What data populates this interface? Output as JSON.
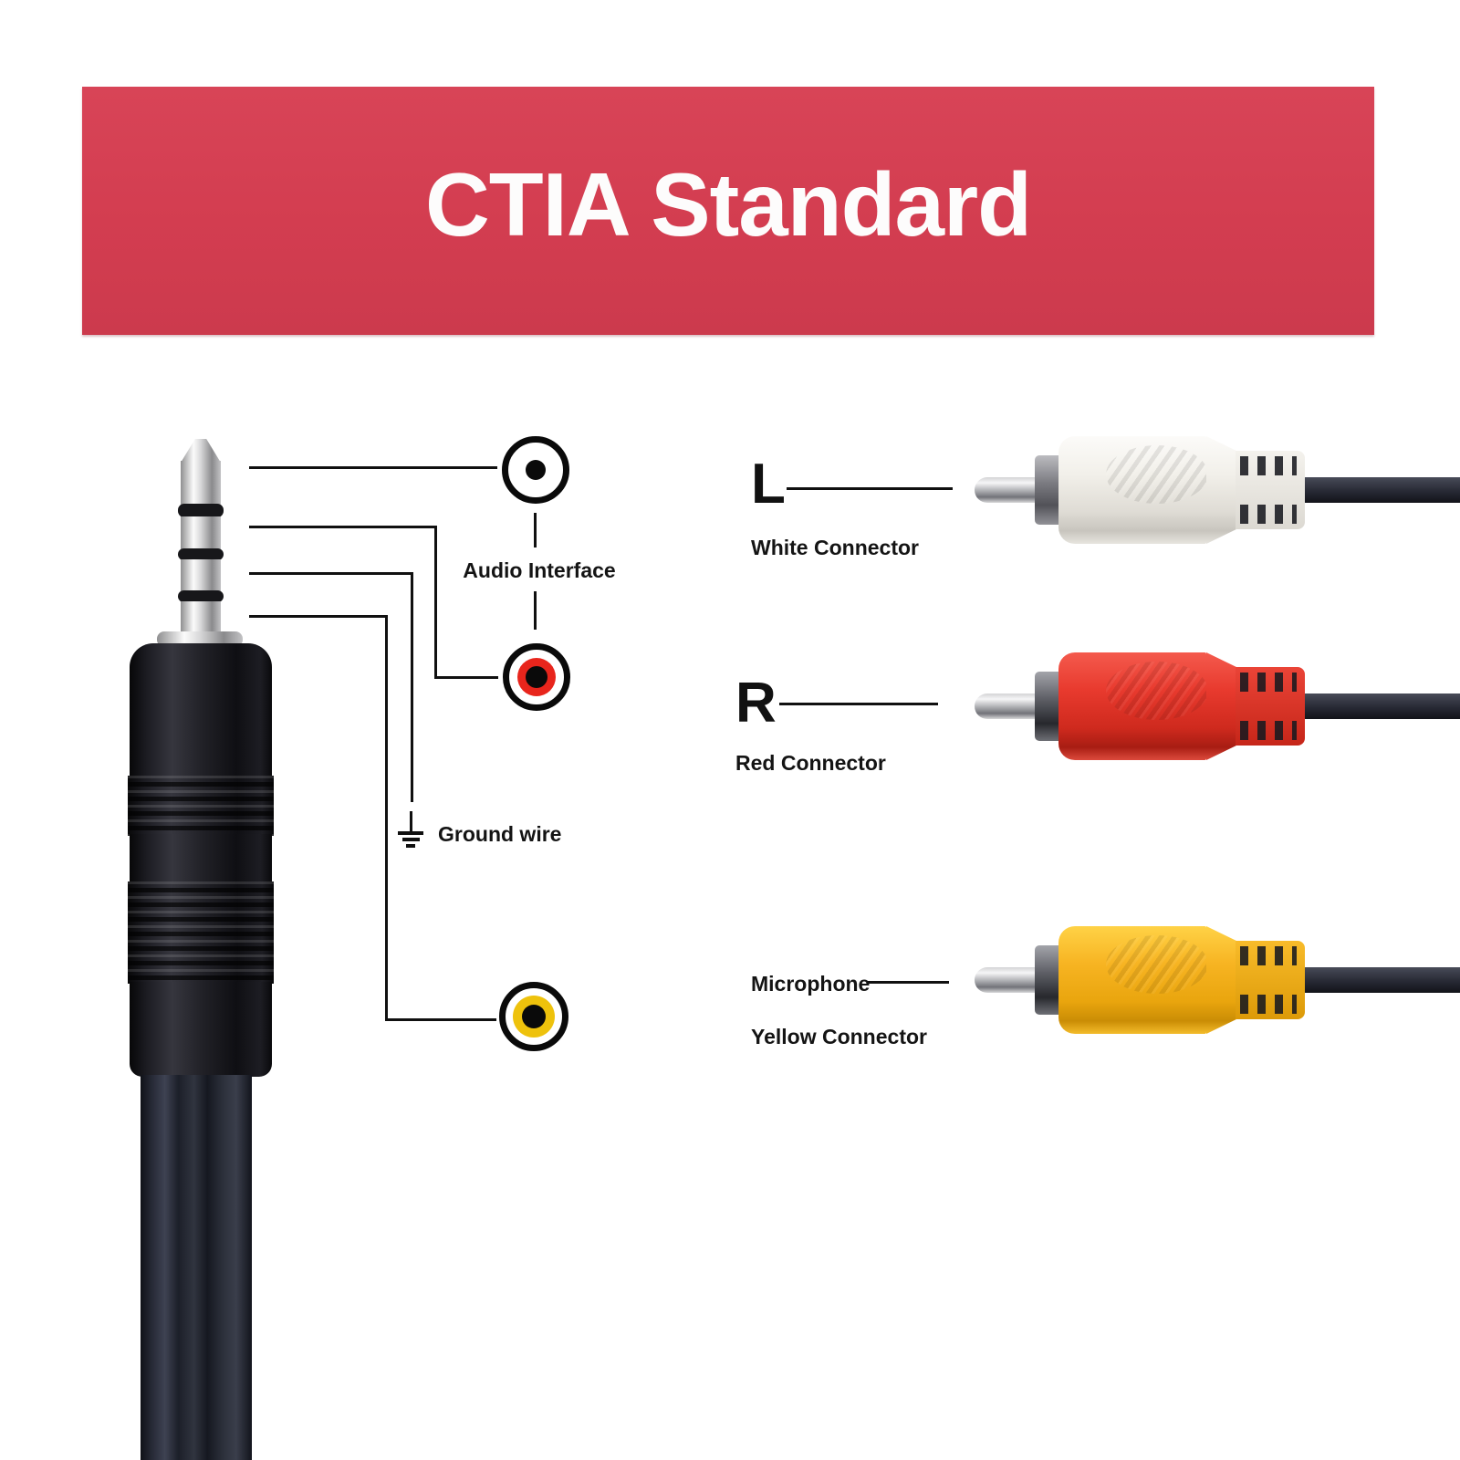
{
  "banner": {
    "title": "CTIA Standard",
    "bg_color": "#d33d50",
    "text_color": "#fdfcfc"
  },
  "diagram": {
    "audio_interface_label": "Audio Interface",
    "ground_wire_label": "Ground wire",
    "port_symbols": [
      {
        "name": "white-rca-port",
        "ring_color": "#ffffff"
      },
      {
        "name": "red-rca-port",
        "ring_color": "#e8251c"
      },
      {
        "name": "yellow-rca-port",
        "ring_color": "#eec20c"
      }
    ]
  },
  "connector_rows": [
    {
      "tag": "L",
      "sublabel": "White Connector",
      "body_color": "#f0eee9"
    },
    {
      "tag": "R",
      "sublabel": "Red Connector",
      "body_color": "#e6352b"
    },
    {
      "tag": "Microphone",
      "sublabel": "Yellow Connector",
      "body_color": "#f6b015"
    }
  ]
}
